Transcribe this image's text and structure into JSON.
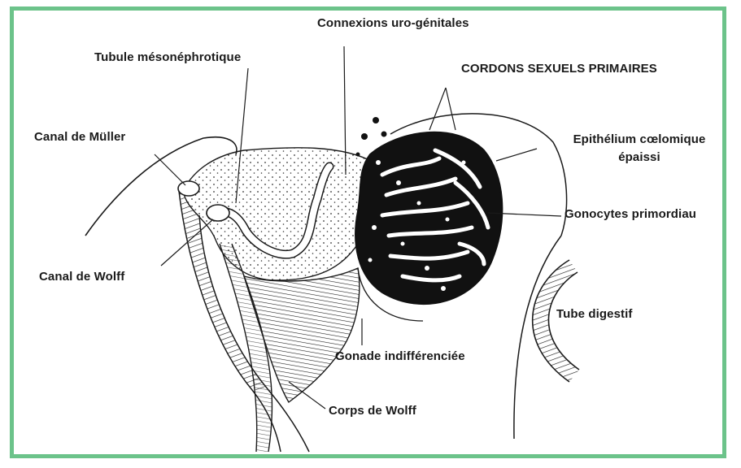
{
  "labels": {
    "connexions": "Connexions uro-génitales",
    "tubule": "Tubule mésonéphrotique",
    "cordons": "CORDONS SEXUELS PRIMAIRES",
    "muller": "Canal de Müller",
    "epith_line1": "Epithélium cœlomique",
    "epith_line2": "épaissi",
    "gonocytes": "Gonocytes primordiau",
    "wolff_canal": "Canal de Wolff",
    "tube": "Tube digestif",
    "gonade": "Gonade indifférenciée",
    "corps": "Corps de Wolff"
  },
  "colors": {
    "frame": "#6cc38a",
    "ink": "#1a1a1a"
  }
}
